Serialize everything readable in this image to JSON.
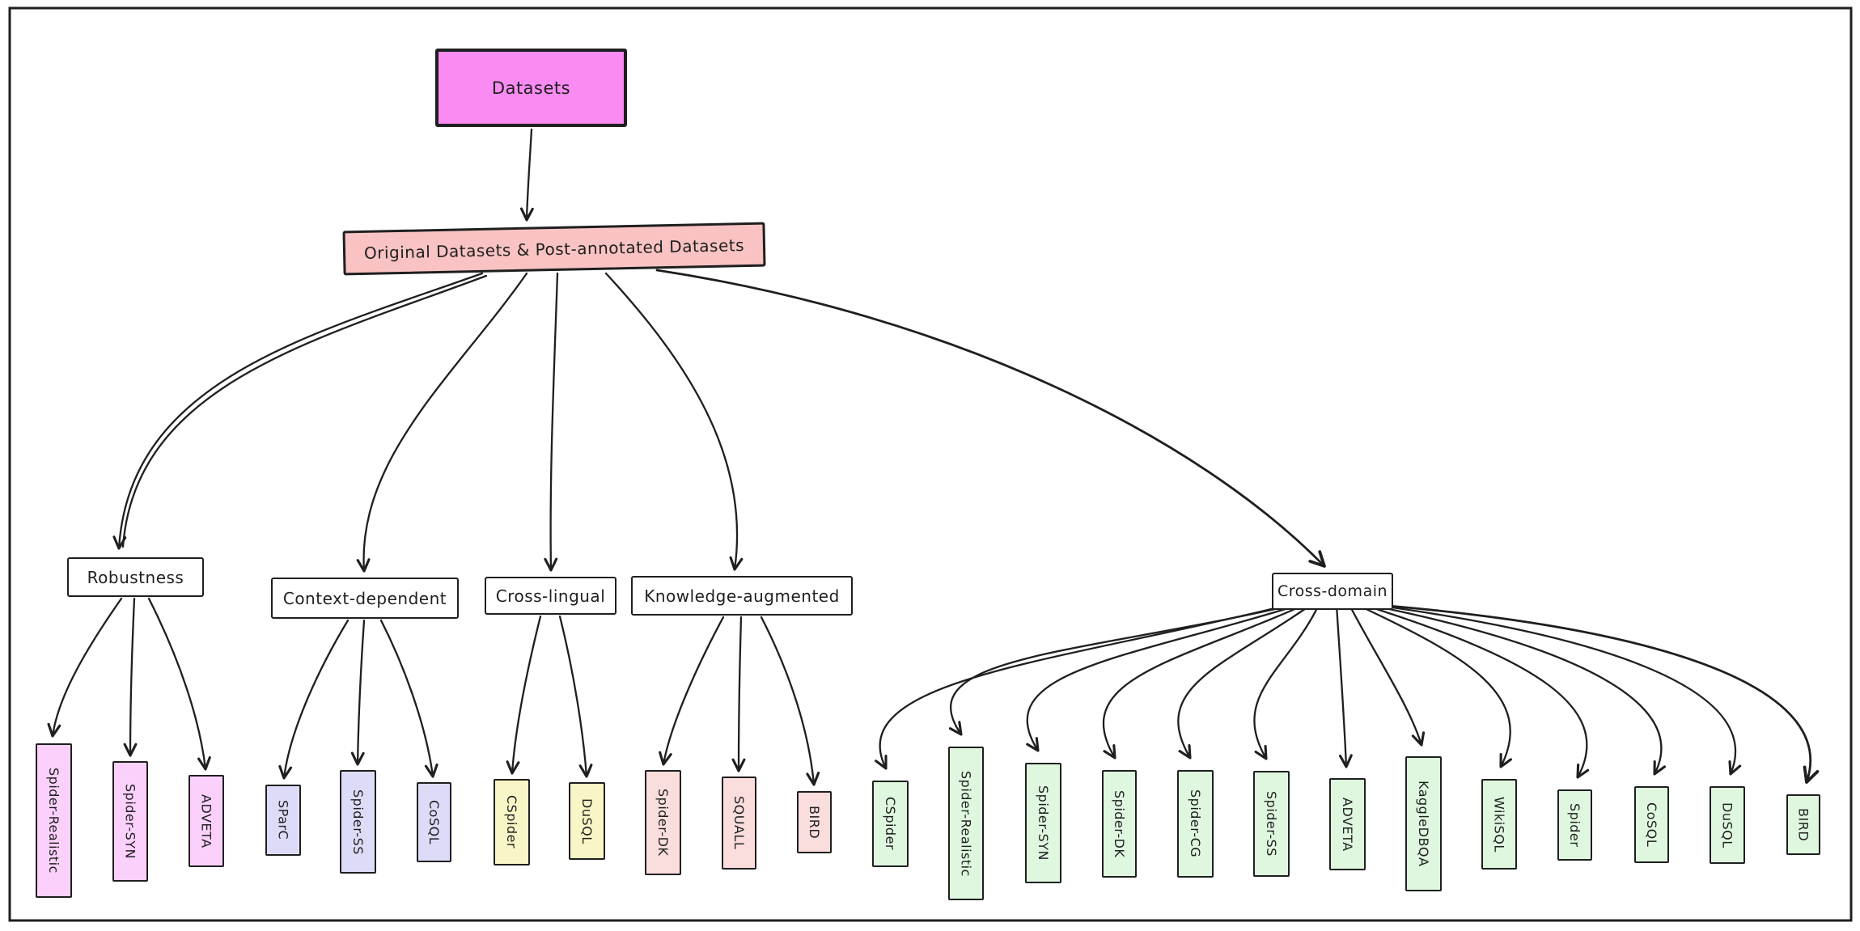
{
  "root": {
    "label": "Datasets"
  },
  "level2": {
    "label": "Original Datasets & Post-annotated Datasets"
  },
  "groups": [
    {
      "label": "Robustness",
      "leaves": [
        "Spider-Realistic",
        "Spider-SYN",
        "ADVETA"
      ]
    },
    {
      "label": "Context-dependent",
      "leaves": [
        "SParC",
        "Spider-SS",
        "CoSQL"
      ]
    },
    {
      "label": "Cross-lingual",
      "leaves": [
        "CSpider",
        "DuSQL"
      ]
    },
    {
      "label": "Knowledge-augmented",
      "leaves": [
        "Spider-DK",
        "SQUALL",
        "BIRD"
      ]
    },
    {
      "label": "Cross-domain",
      "leaves": [
        "CSpider",
        "Spider-Realistic",
        "Spider-SYN",
        "Spider-DK",
        "Spider-CG",
        "Spider-SS",
        "ADVETA",
        "KaggleDBQA",
        "WikiSQL",
        "Spider",
        "CoSQL",
        "DuSQL",
        "BIRD"
      ]
    }
  ],
  "colors": {
    "canvas_bg": "#ffffff",
    "stroke": "#1f1f1f",
    "root_fill": "#f98bf2",
    "level2_fill": "#f9c3c3",
    "category_fill": "#ffffff",
    "robustness_fill": "#fbd1fb",
    "context_fill": "#dcdcf8",
    "lingual_fill": "#f8f6c6",
    "knowledge_fill": "#fadddd",
    "domain_fill": "#def7de"
  }
}
